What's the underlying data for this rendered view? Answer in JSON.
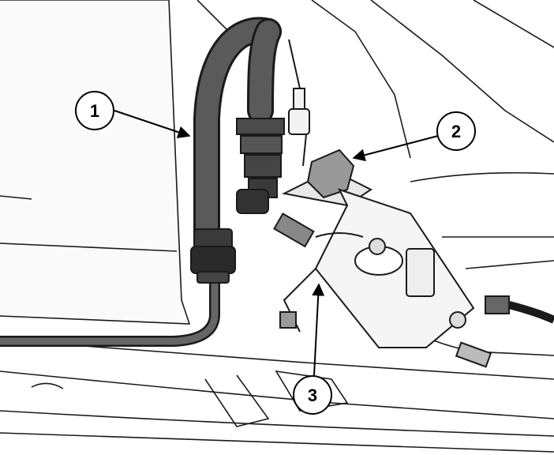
{
  "callouts": [
    {
      "id": "1",
      "label": "1"
    },
    {
      "id": "2",
      "label": "2"
    },
    {
      "id": "3",
      "label": "3"
    }
  ],
  "colors": {
    "line": "#1a1a1a",
    "hose": "#555555",
    "background": "#ffffff",
    "panel": "#f7f7f7"
  }
}
